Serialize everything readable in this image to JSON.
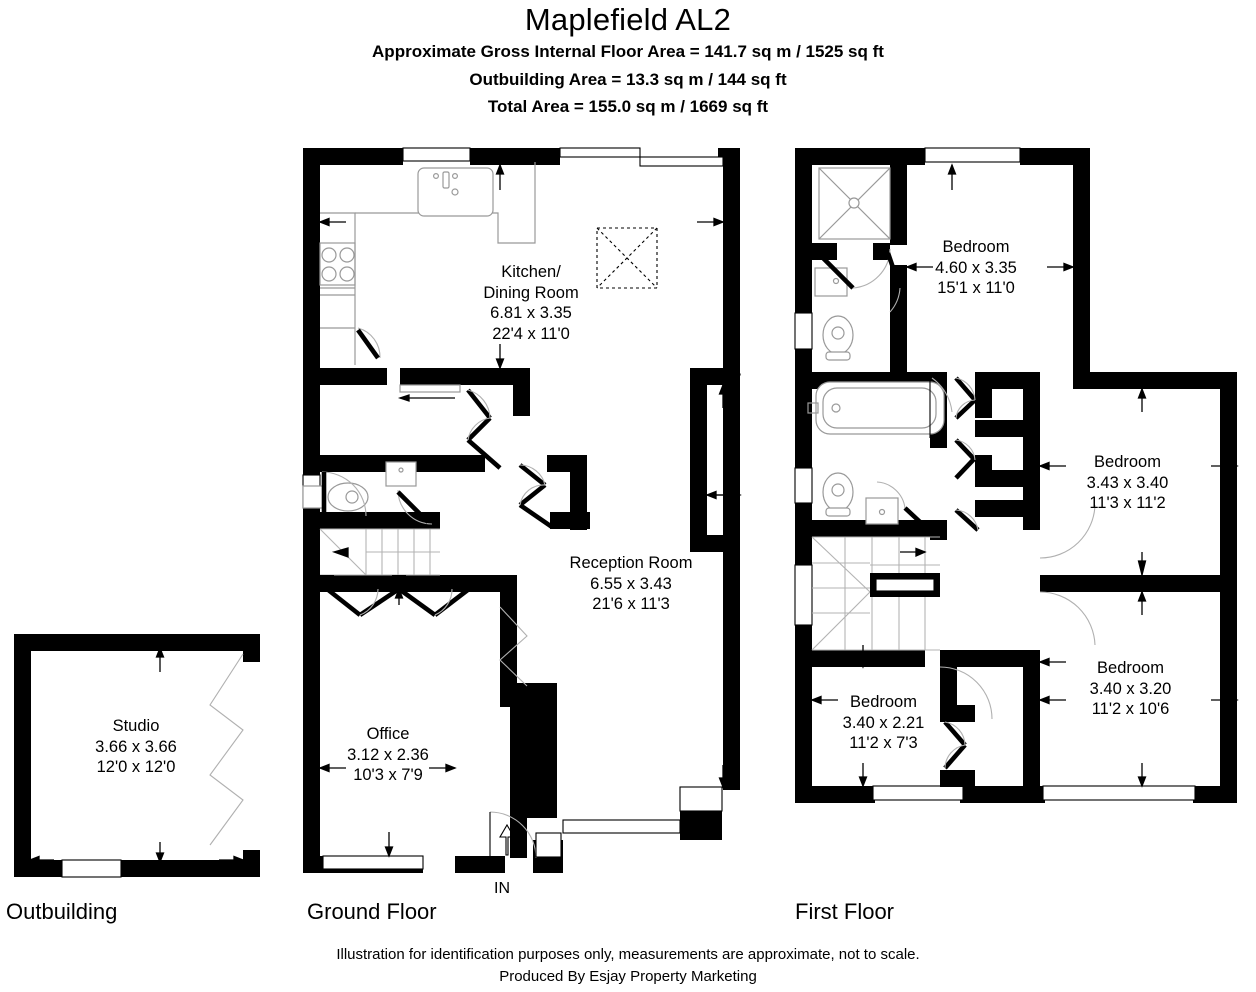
{
  "header": {
    "title": "Maplefield AL2",
    "gross_internal": "Approximate Gross Internal Floor Area = 141.7 sq m / 1525 sq ft",
    "outbuilding_area": "Outbuilding Area = 13.3 sq m / 144 sq ft",
    "total_area": "Total Area = 155.0 sq m / 1669 sq ft"
  },
  "floor_labels": {
    "outbuilding": "Outbuilding",
    "ground_floor": "Ground Floor",
    "first_floor": "First Floor"
  },
  "entrance": {
    "label": "IN"
  },
  "footer": {
    "disclaimer": "Illustration for identification purposes only, measurements are approximate, not to scale.",
    "producer": "Produced By Esjay Property Marketing"
  },
  "rooms": {
    "studio": {
      "name": "Studio",
      "metric": "3.66 x 3.66",
      "imperial": "12'0 x 12'0"
    },
    "kitchen": {
      "name_line1": "Kitchen/",
      "name_line2": "Dining Room",
      "metric": "6.81 x 3.35",
      "imperial": "22'4 x 11'0"
    },
    "reception": {
      "name": "Reception Room",
      "metric": "6.55 x 3.43",
      "imperial": "21'6 x 11'3"
    },
    "office": {
      "name": "Office",
      "metric": "3.12 x 2.36",
      "imperial": "10'3 x 7'9"
    },
    "bed1": {
      "name": "Bedroom",
      "metric": "4.60 x 3.35",
      "imperial": "15'1 x 11'0"
    },
    "bed2": {
      "name": "Bedroom",
      "metric": "3.43 x 3.40",
      "imperial": "11'3 x 11'2"
    },
    "bed3": {
      "name": "Bedroom",
      "metric": "3.40 x 3.20",
      "imperial": "11'2 x 10'6"
    },
    "bed4": {
      "name": "Bedroom",
      "metric": "3.40 x 2.21",
      "imperial": "11'2 x 7'3"
    }
  },
  "colors": {
    "wall": "#000000",
    "background": "#ffffff",
    "fixture": "#999999"
  },
  "chart_data": {
    "type": "table",
    "title": "Maplefield AL2 floor plan areas",
    "categories": [
      "Gross Internal Floor Area",
      "Outbuilding Area",
      "Total Area"
    ],
    "values_sqm": [
      141.7,
      13.3,
      155.0
    ],
    "values_sqft": [
      1525,
      144,
      1669
    ]
  }
}
